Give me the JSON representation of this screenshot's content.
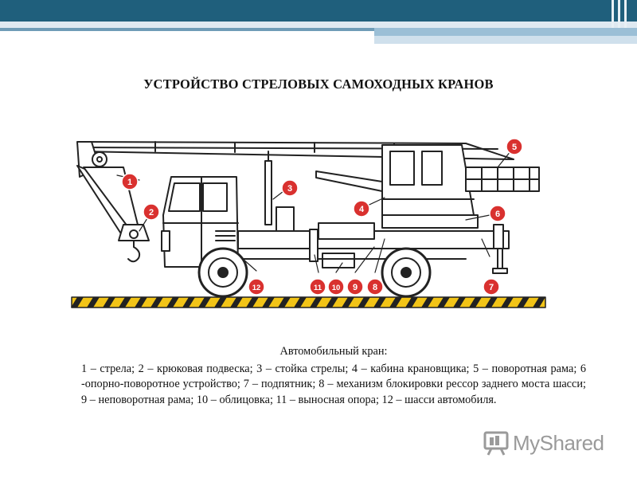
{
  "slide": {
    "title": "УСТРОЙСТВО СТРЕЛОВЫХ САМОХОДНЫХ КРАНОВ",
    "header_colors": {
      "dark": "#1f5f7c",
      "light": "#9bbfd6",
      "accent": "#cfe0ec"
    }
  },
  "diagram": {
    "marker_color": "#d9312f",
    "markers": [
      "1",
      "2",
      "3",
      "4",
      "5",
      "6",
      "7",
      "8",
      "9",
      "10",
      "11",
      "12"
    ]
  },
  "caption": {
    "heading": "Автомобильный кран:",
    "body": "1 – стрела; 2 – крюковая подвеска; 3 – стойка стрелы; 4 – кабина крановщика; 5 – поворотная рама; 6 -опорно-поворотное устройство; 7 – подпятник; 8 – механизм блокировки рессор заднего моста шасси; 9 – неповоротная рама; 10 – облицовка; 11 – выносная опора; 12 – шасси автомобиля."
  },
  "watermark": {
    "text": "MyShared",
    "icon": "myshared-logo-icon"
  }
}
